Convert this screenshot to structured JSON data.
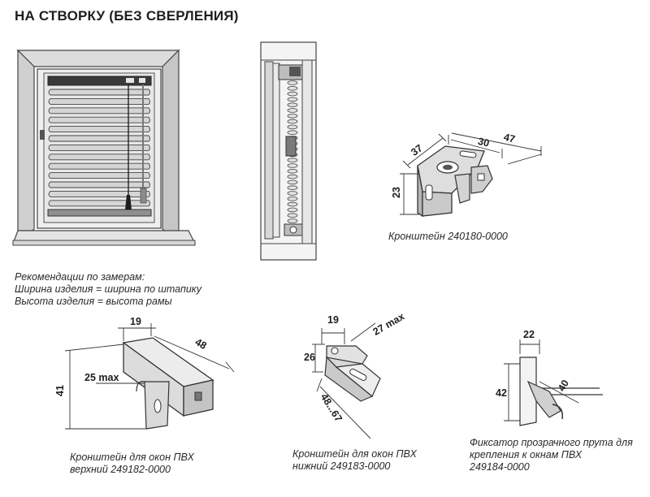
{
  "title": "НА СТВОРКУ (БЕЗ СВЕРЛЕНИЯ)",
  "recommendations": [
    "Рекомендации по замерам:",
    "Ширина изделия = ширина по штапику",
    "Высота изделия = высота рамы"
  ],
  "brackets": {
    "b1": {
      "caption": [
        "Кронштейн 240180-0000"
      ],
      "dims": {
        "a": "37",
        "b": "30",
        "c": "47",
        "h": "23"
      }
    },
    "b2": {
      "caption": [
        "Кронштейн для окон ПВХ",
        "верхний 249182-0000"
      ],
      "dims": {
        "w": "19",
        "l": "48",
        "max": "25 max",
        "h": "41"
      }
    },
    "b3": {
      "caption": [
        "Кронштейн для окон  ПВХ",
        "нижний 249183-0000"
      ],
      "dims": {
        "w": "19",
        "max": "27 max",
        "h": "26",
        "l": "48...67"
      }
    },
    "b4": {
      "caption": [
        "Фиксатор прозрачного прута для",
        "крепления к окнам ПВХ",
        "249184-0000"
      ],
      "dims": {
        "w": "22",
        "h": "42",
        "l": "40"
      }
    }
  },
  "colors": {
    "frame": "#c9c9c9",
    "dark": "#2b2b2b",
    "slat": "#b8b8b8",
    "line": "#555555"
  }
}
